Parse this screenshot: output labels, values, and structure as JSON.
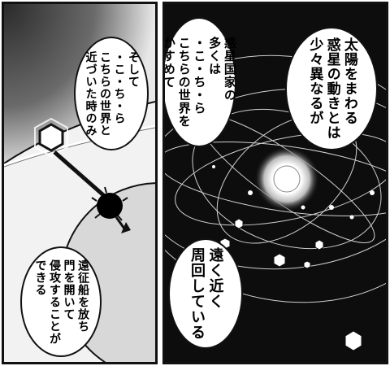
{
  "bubbles": {
    "left_top": "そして\n・こ・ち・ら\nこちらの世界と\n近づいた時のみ",
    "left_bottom": "遠征船を放ち\n門を開いて\n侵攻することが\nできる",
    "right_top_left": "惑星国家の\n多くは\n・こ・ち・ら\nこちらの世界を\nかすめて",
    "right_top_right": "太陽をまわる\n惑星の動きとは\n少々異なるが",
    "right_bottom": "遠く近く\n周回している"
  },
  "colors": {
    "ink": "#111111",
    "space": "#0d0d0d",
    "paper": "#ffffff",
    "planet_grey": "#d8d8d8"
  }
}
